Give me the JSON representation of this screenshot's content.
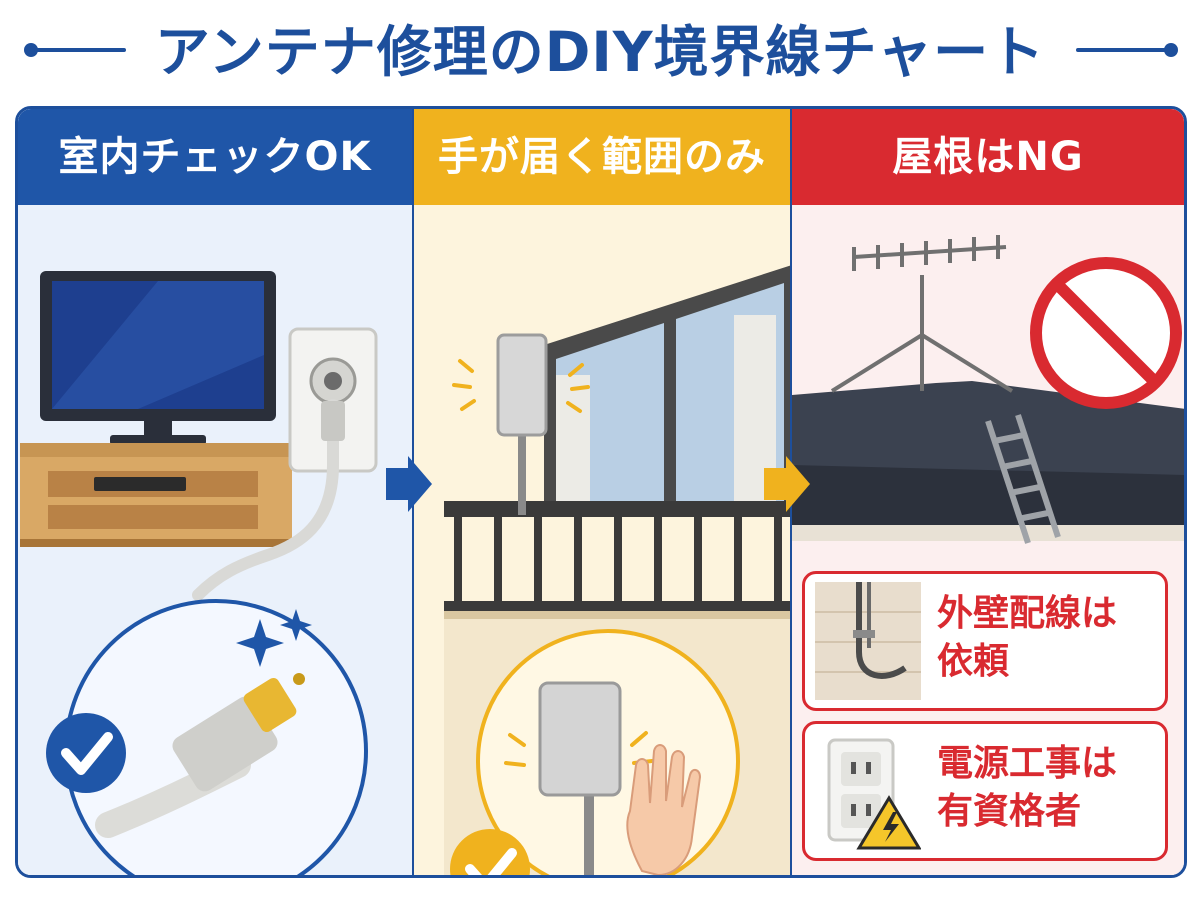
{
  "title": "アンテナ修理のDIY境界線チャート",
  "panels": [
    {
      "heading": "室内チェックOK",
      "color": "#1f56a8"
    },
    {
      "heading": "手が届く範囲のみ",
      "color": "#f0b21e"
    },
    {
      "heading": "屋根はNG",
      "color": "#d92a30"
    }
  ],
  "ng_items": [
    {
      "lines": [
        "外壁配線は",
        "依頼"
      ],
      "icon": "wall-wiring-icon"
    },
    {
      "lines": [
        "電源工事は",
        "有資格者"
      ],
      "icon": "power-outlet-warning-icon"
    }
  ],
  "colors": {
    "blue": "#1f56a8",
    "yellow": "#f0b21e",
    "red": "#d92a30"
  }
}
